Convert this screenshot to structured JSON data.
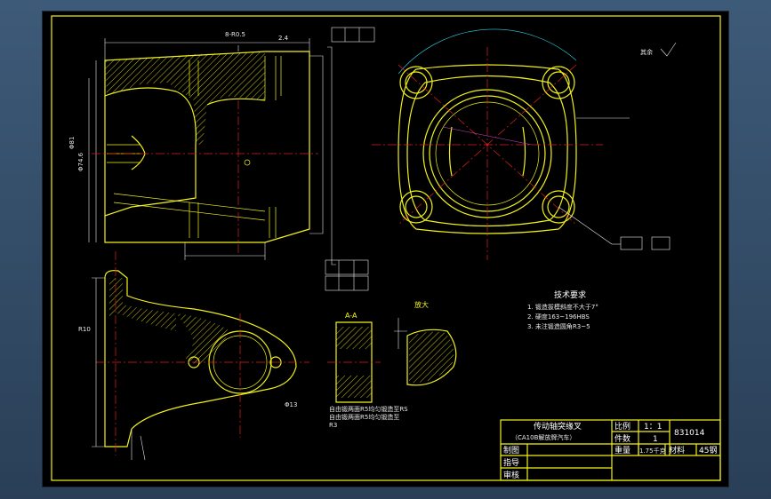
{
  "drawing": {
    "zoom_label": "放大",
    "section_a": "A",
    "section_label_aa": "A-A",
    "title_top_right": "其余",
    "tech": {
      "heading": "技术要求",
      "items": [
        "1. 锻造拔模斜度不大于7°",
        "2. 硬度163~196HBS",
        "3. 未注锻造圆角R3~5"
      ]
    },
    "note_bottom": [
      "自由锻两面R5均匀锻造至RS",
      "自由锻两面R5均匀锻造至"
    ],
    "note_r3": "R3"
  },
  "title_block": {
    "part_name": "传动轴突缘叉",
    "part_sub": "（CA10B解放牌汽车）",
    "scale_label": "比例",
    "scale_value": "1：1",
    "qty_label": "件数",
    "qty_value": "1",
    "drawing_no": "831014",
    "weight_label": "重量",
    "weight_value": "1.75千克",
    "material_label": "材料",
    "material_value": "45钢",
    "draw_label": "制图",
    "guide_label": "指导",
    "review_label": "审核"
  }
}
